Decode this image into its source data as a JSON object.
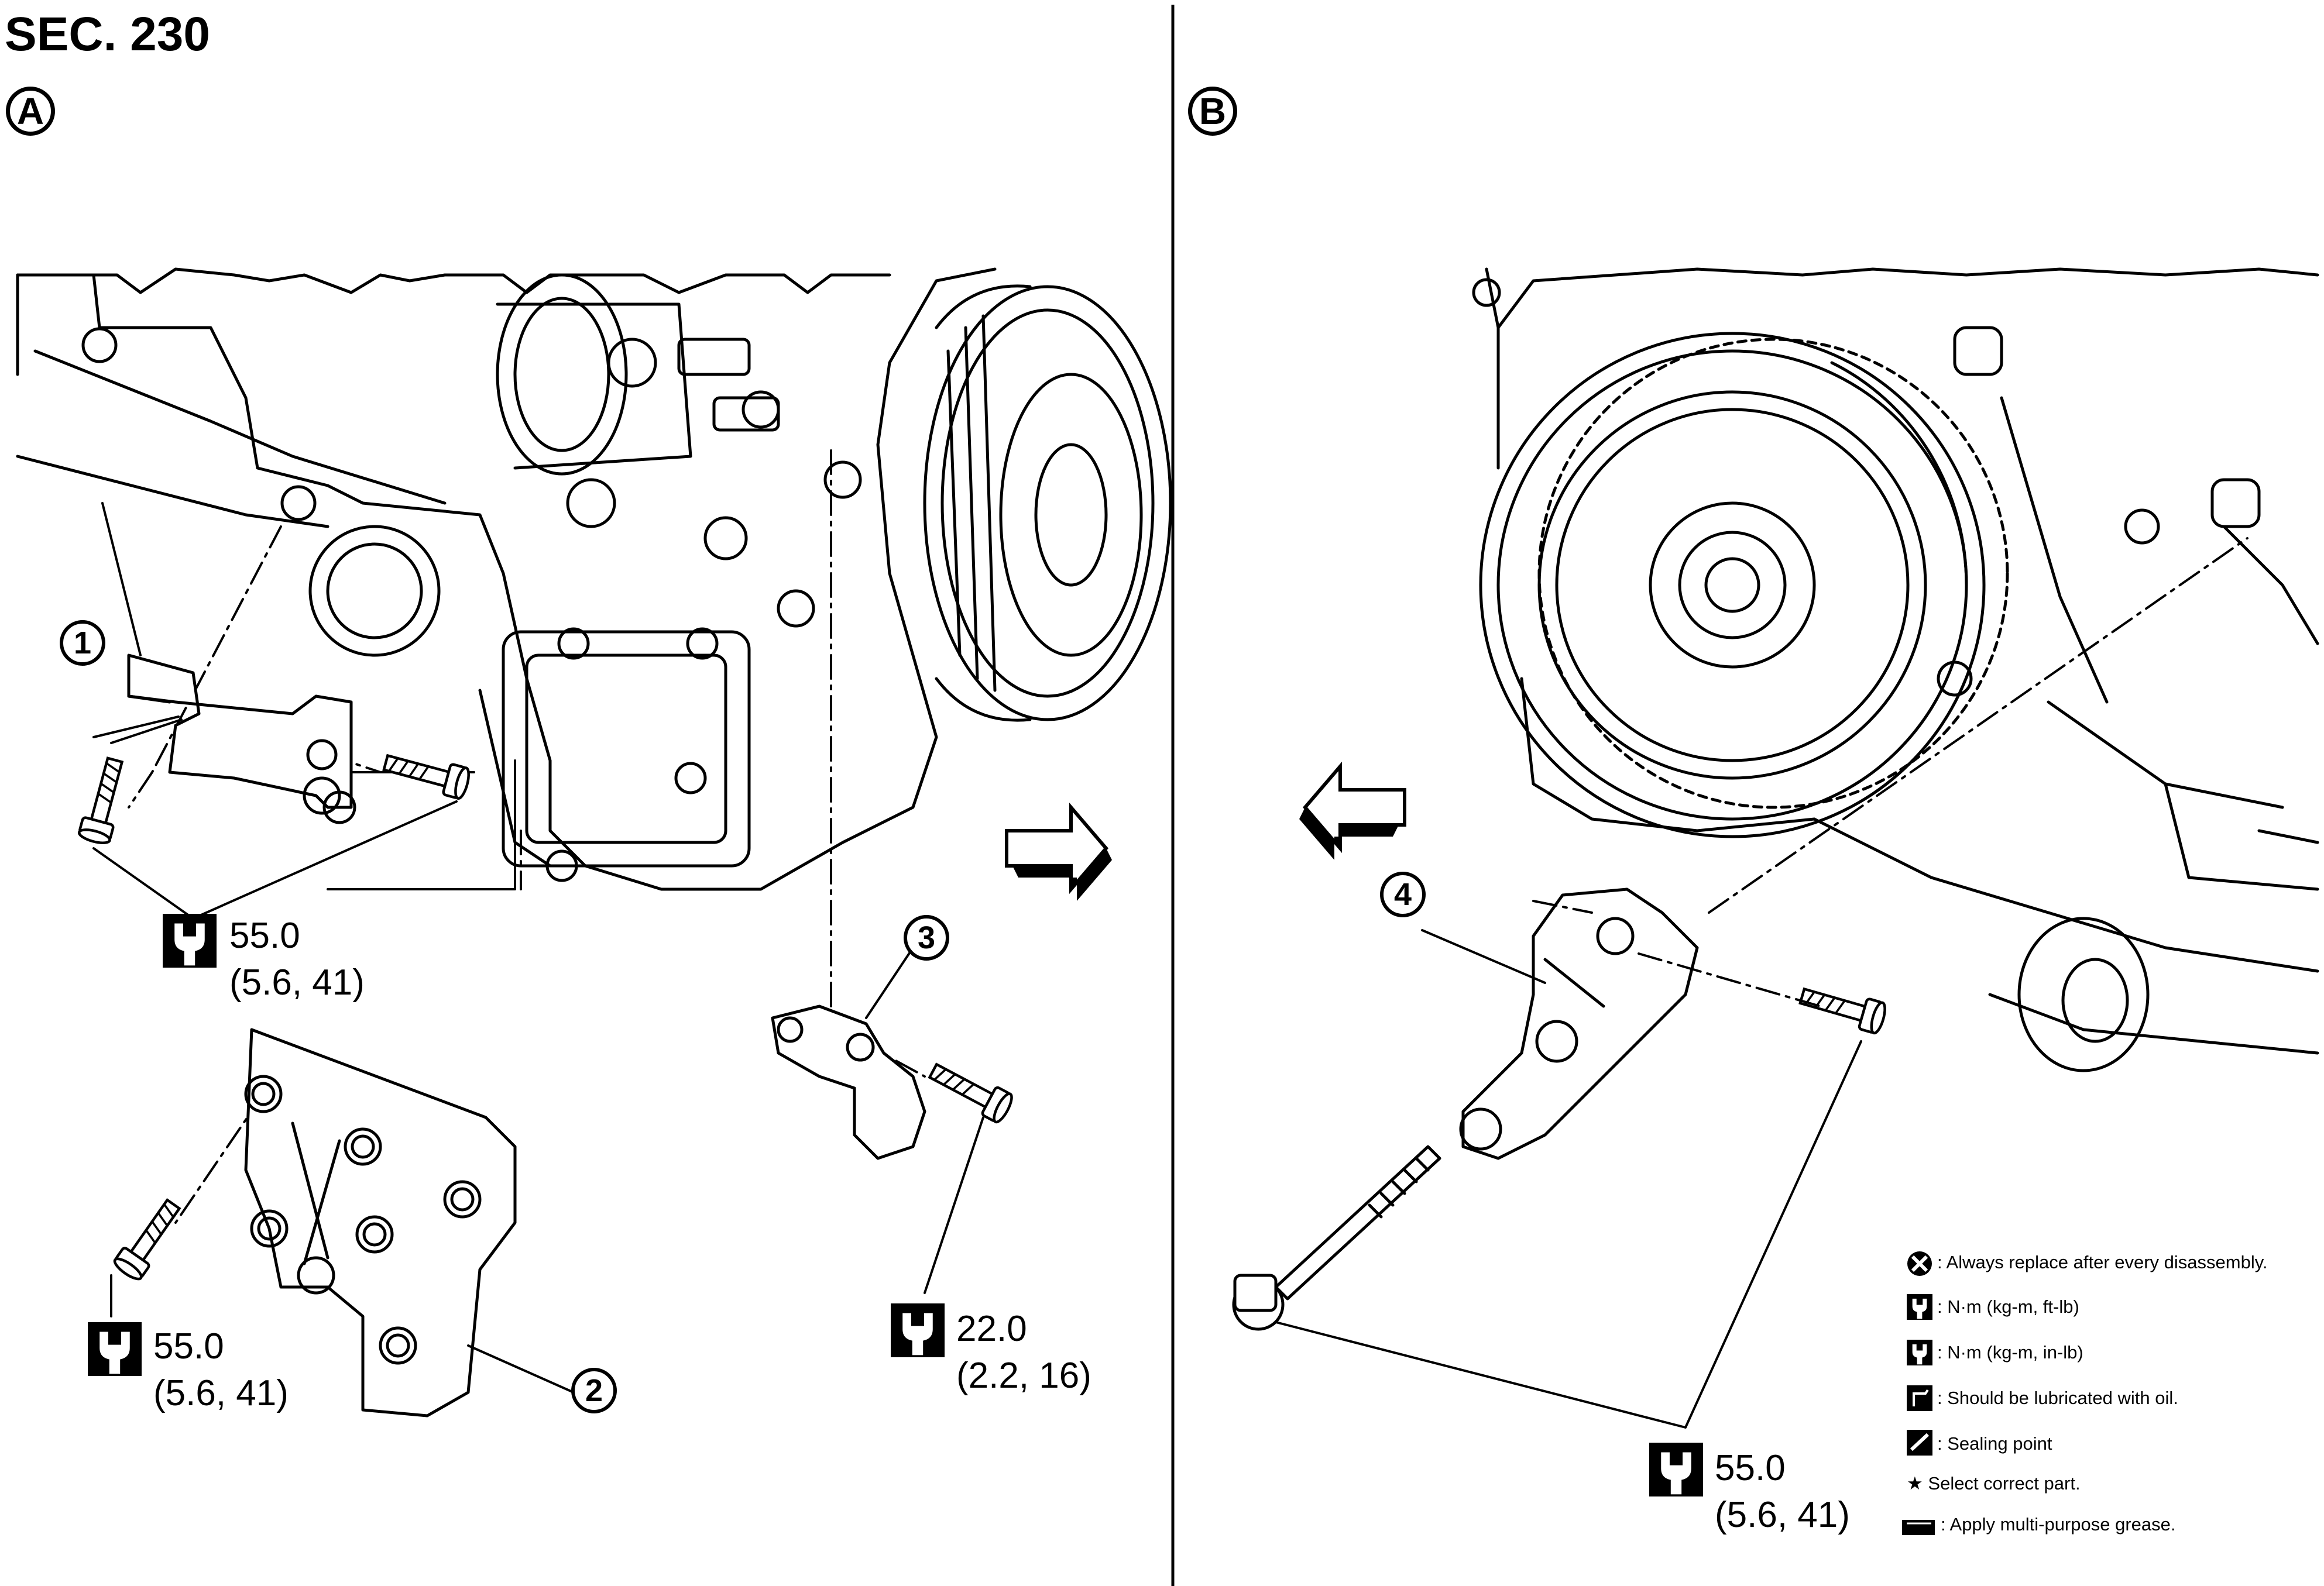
{
  "section": "SEC. 230",
  "panels": [
    {
      "id": "A",
      "letter": "A"
    },
    {
      "id": "B",
      "letter": "B"
    }
  ],
  "callouts": [
    "1",
    "2",
    "3",
    "4"
  ],
  "torques": [
    {
      "id": "t1",
      "value": "55.0",
      "alt": "(5.6, 41)"
    },
    {
      "id": "t2",
      "value": "55.0",
      "alt": "(5.6, 41)"
    },
    {
      "id": "t3",
      "value": "22.0",
      "alt": "(2.2, 16)"
    },
    {
      "id": "t4",
      "value": "55.0",
      "alt": "(5.6, 41)"
    }
  ],
  "legend": [
    {
      "icon": "always-replace-icon",
      "text": ": Always replace after every disassembly."
    },
    {
      "icon": "torque-wrench-icon",
      "text": ": N·m (kg-m, ft-lb)"
    },
    {
      "icon": "torque-wrench-small-icon",
      "text": ": N·m (kg-m, in-lb)"
    },
    {
      "icon": "oil-can-icon",
      "text": ": Should be lubricated with oil."
    },
    {
      "icon": "sealant-icon",
      "text": ": Sealing point"
    },
    {
      "icon": "star-icon",
      "text": "★ Select correct part."
    },
    {
      "icon": "grease-icon",
      "text": ": Apply multi-purpose grease."
    }
  ]
}
